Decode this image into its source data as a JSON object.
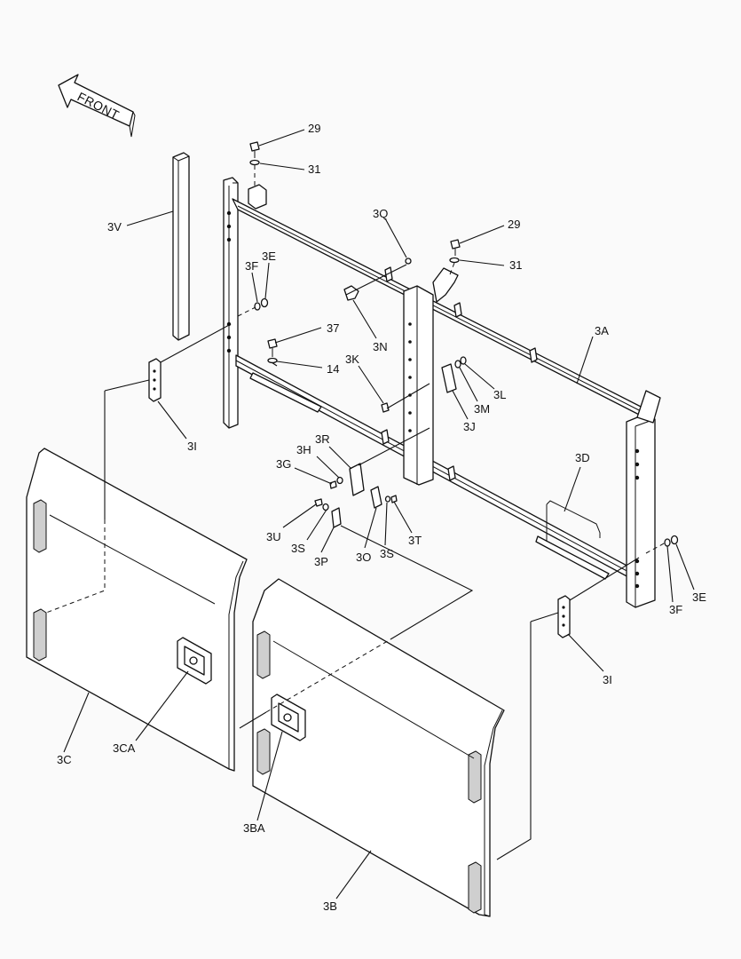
{
  "diagram": {
    "front_label": "FRONT",
    "callouts": {
      "l29a": "29",
      "l31a": "31",
      "l29b": "29",
      "l31b": "31",
      "l3V": "3V",
      "l3Q": "3Q",
      "l3F_top": "3F",
      "l3E_top": "3E",
      "l3N": "3N",
      "l37": "37",
      "l14": "14",
      "l3K": "3K",
      "l3A": "3A",
      "l3L": "3L",
      "l3M": "3M",
      "l3J": "3J",
      "l3I_left": "3I",
      "l3R": "3R",
      "l3H": "3H",
      "l3G": "3G",
      "l3D": "3D",
      "l3U": "3U",
      "l3S_left": "3S",
      "l3P": "3P",
      "l3O": "3O",
      "l3S_right": "3S",
      "l3T": "3T",
      "l3F_right": "3F",
      "l3E_right": "3E",
      "l3I_right": "3I",
      "l3C": "3C",
      "l3CA": "3CA",
      "l3BA": "3BA",
      "l3B": "3B"
    }
  }
}
